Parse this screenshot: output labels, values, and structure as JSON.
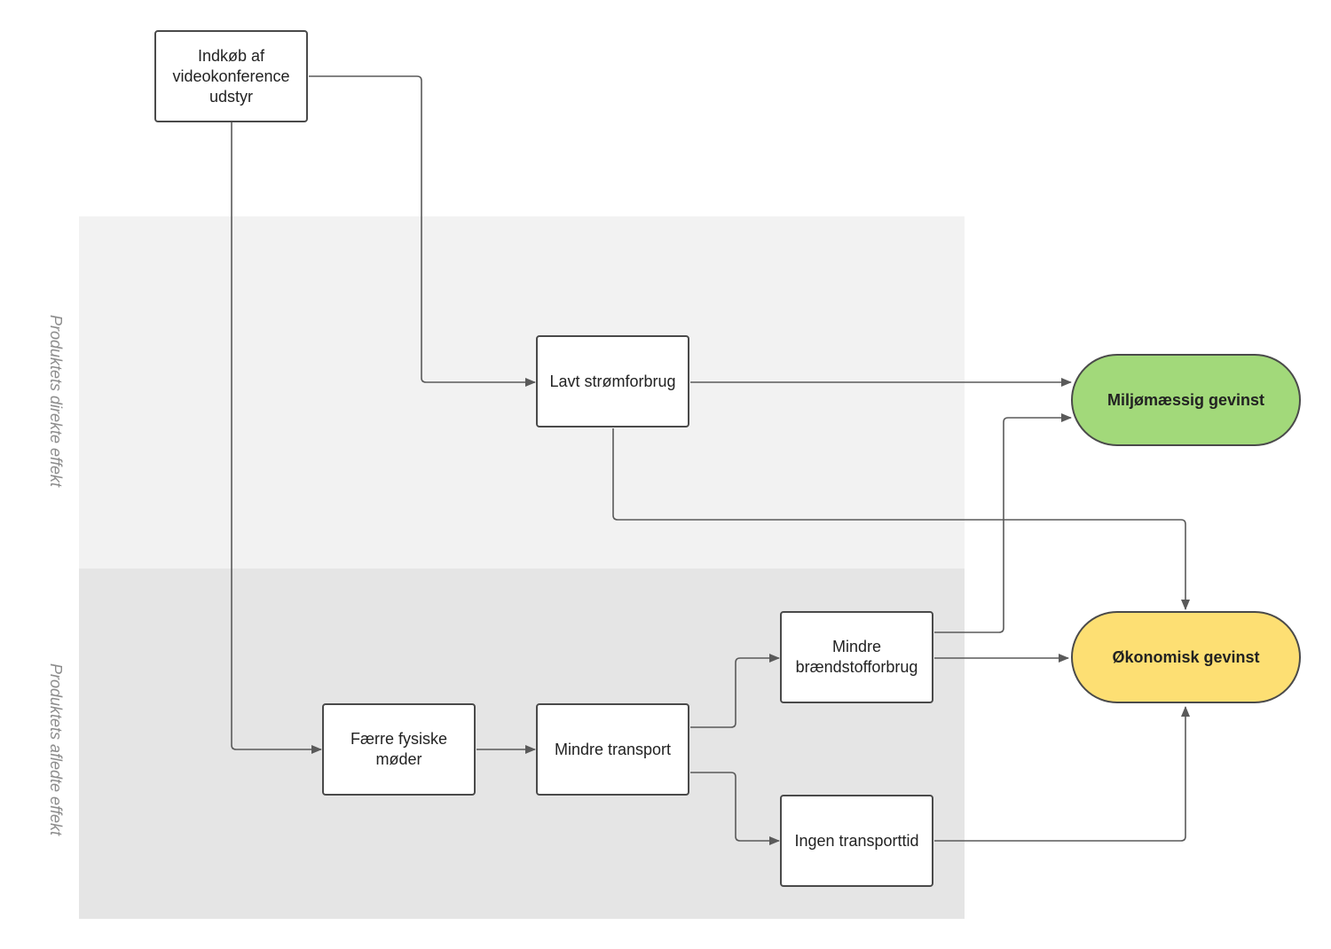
{
  "bands": {
    "direct_label": "Produktets direkte effekt",
    "derived_label": "Produktets afledte effekt"
  },
  "nodes": {
    "purchase": "Indkøb af\nvideokonference\nudstyr",
    "low_power": "Lavt strømforbrug",
    "fewer_meetings": "Færre fysiske\nmøder",
    "less_transport": "Mindre transport",
    "less_fuel": "Mindre\nbrændstofforbrug",
    "no_transport_time": "Ingen transporttid"
  },
  "outcomes": {
    "environmental": "Miljømæssig gevinst",
    "economic": "Økonomisk gevinst"
  },
  "colors": {
    "environmental": "#a2d97a",
    "economic": "#fddf73",
    "direct_band": "#f2f2f2",
    "derived_band": "#e5e5e5"
  }
}
